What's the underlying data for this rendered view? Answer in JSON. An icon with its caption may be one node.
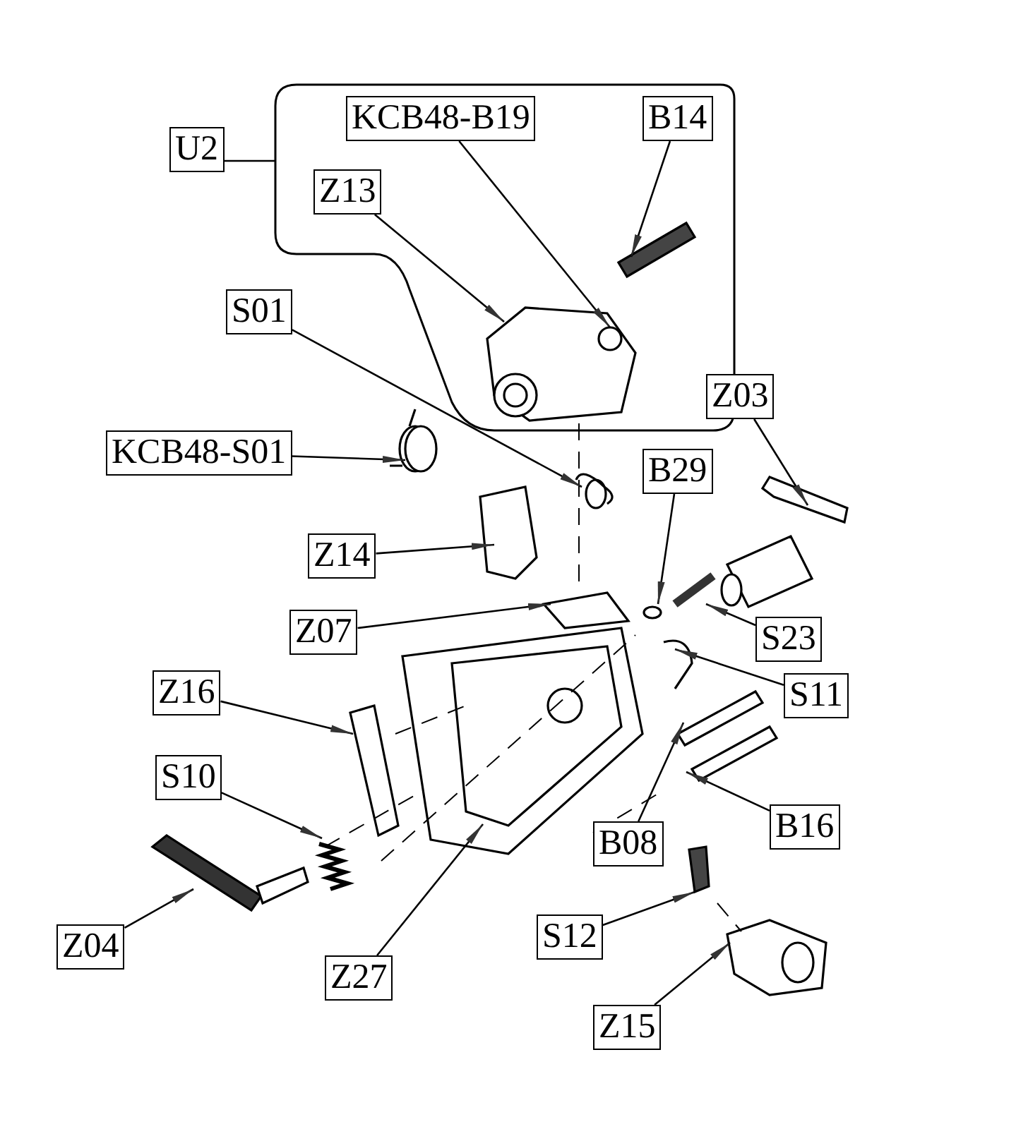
{
  "diagram": {
    "nodes": [
      {
        "text": [
          "U2"
        ]
      },
      {
        "text": [],
        "shape": "box"
      },
      {
        "text": [
          "KCB48-B19"
        ],
        "in": 1
      },
      {
        "text": [
          "B14"
        ],
        "in": 1
      },
      {
        "text": [
          "Z13"
        ],
        "in": 1
      },
      {
        "text": [
          "S01"
        ]
      },
      {
        "text": [
          "Z03"
        ]
      },
      {
        "text": [
          "KCB48-S01"
        ]
      },
      {
        "text": [
          "B29"
        ]
      },
      {
        "text": [
          "Z14"
        ]
      },
      {
        "text": [
          "Z07"
        ]
      },
      {
        "text": [
          "S23"
        ]
      },
      {
        "text": [
          "Z16"
        ]
      },
      {
        "text": [
          "S11"
        ]
      },
      {
        "text": [
          "S10"
        ]
      },
      {
        "text": [
          "B16"
        ]
      },
      {
        "text": [
          "B08"
        ]
      },
      {
        "text": [
          "S12"
        ]
      },
      {
        "text": [
          "Z04"
        ]
      },
      {
        "text": [
          "Z27"
        ]
      },
      {
        "text": [
          "Z15"
        ]
      }
    ],
    "edges": [
      {
        "from": 0,
        "to": 1,
        "arrow": "none"
      },
      {
        "from": 2,
        "to": null,
        "arrow": "to"
      },
      {
        "from": 3,
        "to": null,
        "arrow": "to"
      },
      {
        "from": 4,
        "to": null,
        "arrow": "to"
      },
      {
        "from": 5,
        "to": null,
        "arrow": "to"
      },
      {
        "from": 6,
        "to": null,
        "arrow": "to"
      },
      {
        "from": 7,
        "to": null,
        "arrow": "to"
      },
      {
        "from": 8,
        "to": null,
        "arrow": "to"
      },
      {
        "from": 9,
        "to": null,
        "arrow": "to"
      },
      {
        "from": 10,
        "to": null,
        "arrow": "to"
      },
      {
        "from": 11,
        "to": null,
        "arrow": "to"
      },
      {
        "from": 12,
        "to": null,
        "arrow": "to"
      },
      {
        "from": 13,
        "to": null,
        "arrow": "to"
      },
      {
        "from": 14,
        "to": null,
        "arrow": "to"
      },
      {
        "from": 15,
        "to": null,
        "arrow": "to"
      },
      {
        "from": 16,
        "to": null,
        "arrow": "to"
      },
      {
        "from": 17,
        "to": null,
        "arrow": "to"
      },
      {
        "from": 18,
        "to": null,
        "arrow": "to"
      },
      {
        "from": 19,
        "to": null,
        "arrow": "to"
      },
      {
        "from": 20,
        "to": null,
        "arrow": "to"
      }
    ]
  }
}
